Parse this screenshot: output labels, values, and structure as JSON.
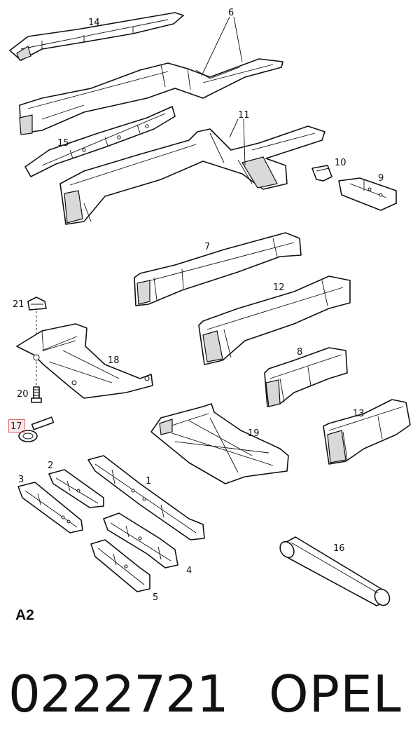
{
  "diagram": {
    "code": "A2",
    "callouts": [
      "14",
      "6",
      "11",
      "15",
      "10",
      "9",
      "7",
      "21",
      "12",
      "18",
      "8",
      "20",
      "17",
      "19",
      "13",
      "2",
      "1",
      "3",
      "4",
      "5",
      "16"
    ],
    "highlighted_callout": "17"
  },
  "footer": {
    "part_number": "0222721",
    "brand": "OPEL"
  },
  "colors": {
    "line": "#111111",
    "highlight": "#e06666"
  }
}
